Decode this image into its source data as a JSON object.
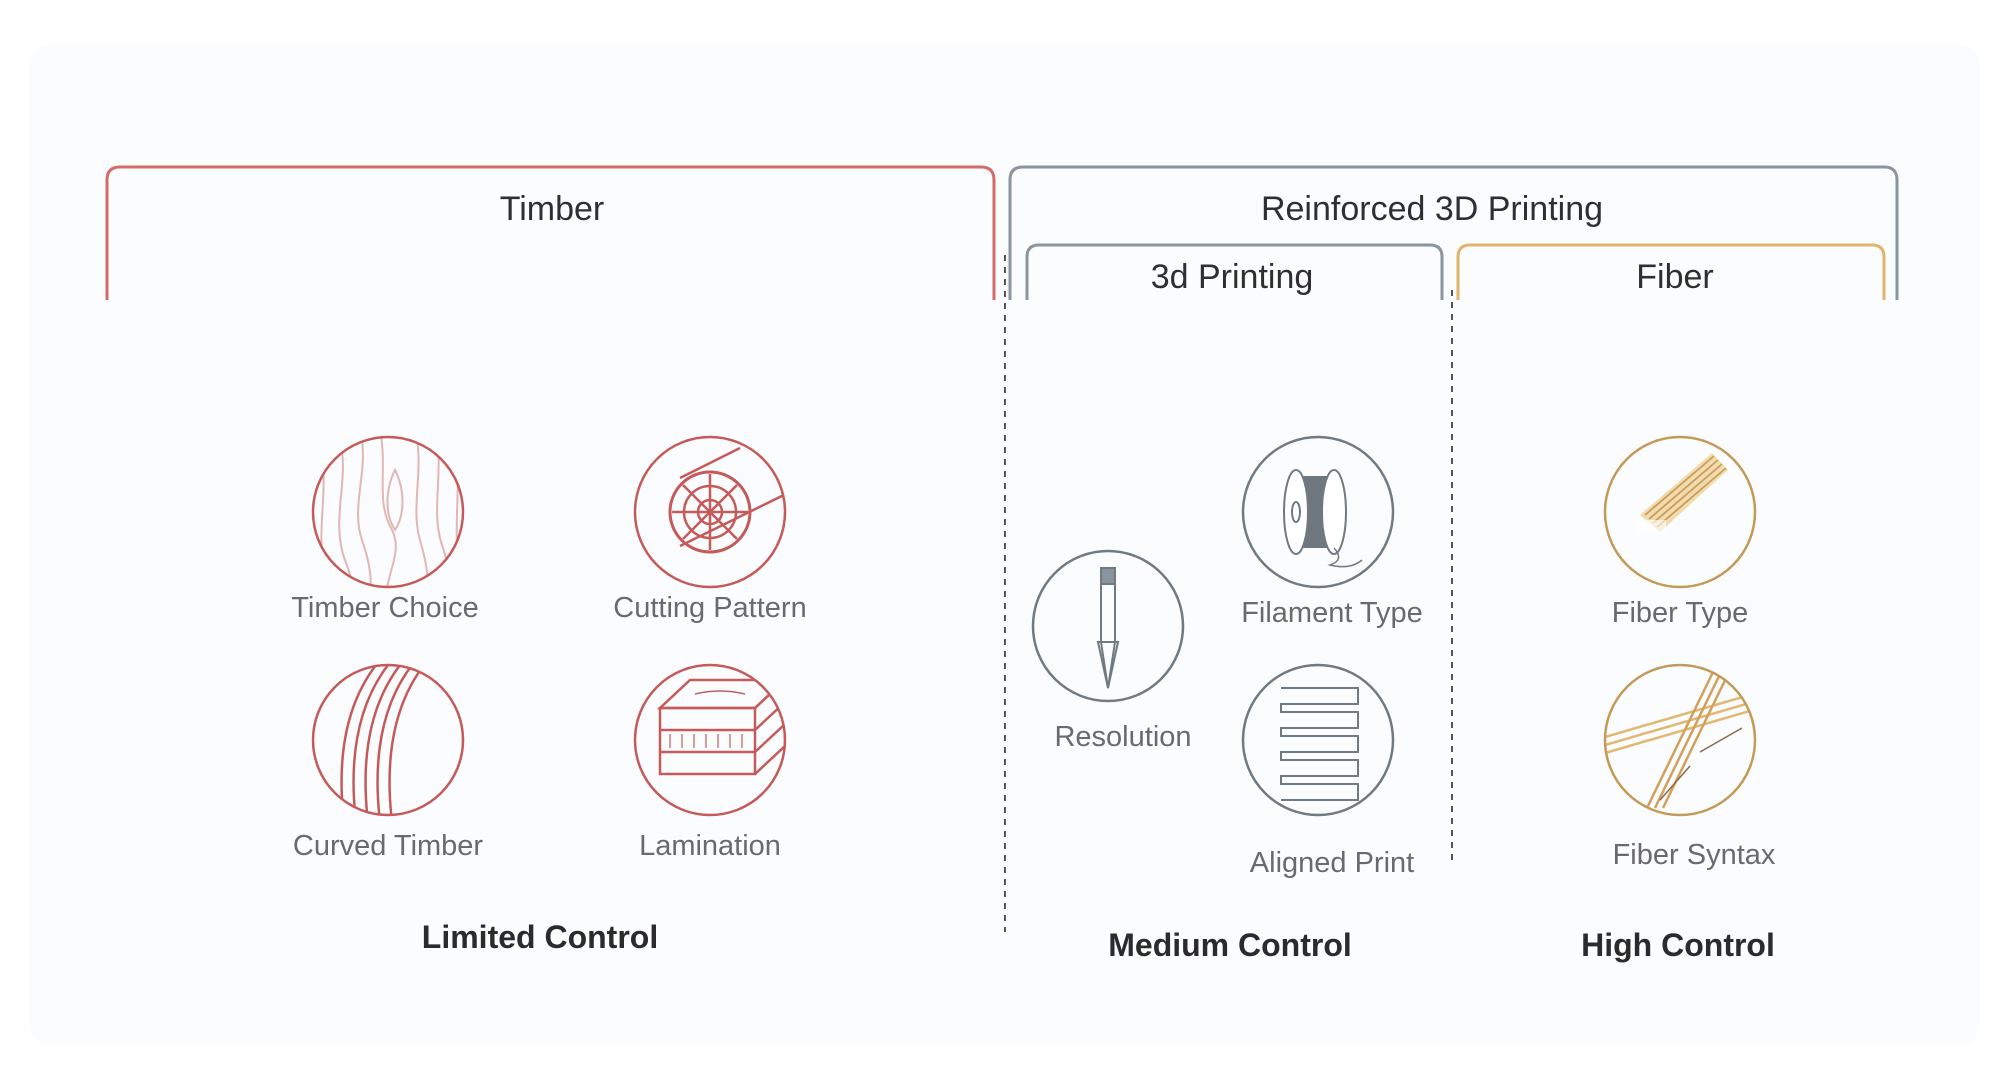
{
  "colors": {
    "timber": "#d46a6a",
    "printing": "#8a959e",
    "fiber": "#e0b46a",
    "icon_timber": "#c55a5a",
    "icon_printing": "#6f7a82",
    "icon_fiber": "#c49a58",
    "divider": "#555555",
    "panel_bg": "#fbfcfd"
  },
  "groups": {
    "timber": {
      "title": "Timber"
    },
    "reinforced": {
      "title": "Reinforced 3D Printing"
    },
    "printing": {
      "title": "3d Printing"
    },
    "fiber": {
      "title": "Fiber"
    }
  },
  "items": {
    "timber_choice": {
      "label": "Timber Choice",
      "icon": "wood-grain-icon"
    },
    "cutting_pattern": {
      "label": "Cutting Pattern",
      "icon": "log-cross-section-icon"
    },
    "curved_timber": {
      "label": "Curved Timber",
      "icon": "curved-timber-icon"
    },
    "lamination": {
      "label": "Lamination",
      "icon": "laminated-block-icon"
    },
    "resolution": {
      "label": "Resolution",
      "icon": "nozzle-icon"
    },
    "filament_type": {
      "label": "Filament Type",
      "icon": "filament-spool-icon"
    },
    "aligned_print": {
      "label": "Aligned Print",
      "icon": "aligned-layers-icon"
    },
    "fiber_type": {
      "label": "Fiber Type",
      "icon": "fiber-strand-icon"
    },
    "fiber_syntax": {
      "label": "Fiber Syntax",
      "icon": "crossed-fibers-icon"
    }
  },
  "controls": {
    "limited": "Limited Control",
    "medium": "Medium Control",
    "high": "High Control"
  }
}
